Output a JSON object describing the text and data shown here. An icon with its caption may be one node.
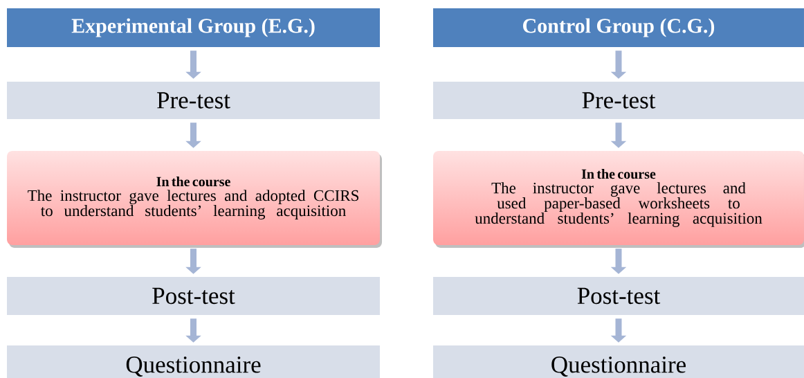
{
  "diagram": {
    "nodes": [
      {
        "text": [
          "Experimental Group (E.G.)"
        ]
      },
      {
        "text": [
          "Pre-test"
        ]
      },
      {
        "text": [
          "In the course",
          "The instructor gave lectures and adopted CCIRS to understand students’ learning acquisition"
        ]
      },
      {
        "text": [
          "Post-test"
        ]
      },
      {
        "text": [
          "Questionnaire"
        ]
      },
      {
        "text": [
          "Control Group (C.G.)"
        ]
      },
      {
        "text": [
          "Pre-test"
        ]
      },
      {
        "text": [
          "In the course",
          "The instructor gave lectures and used paper-based worksheets to understand students’ learning acquisition"
        ]
      },
      {
        "text": [
          "Post-test"
        ]
      },
      {
        "text": [
          "Questionnaire"
        ]
      }
    ],
    "edges": [
      {
        "from": 0,
        "to": 1,
        "arrow": "to"
      },
      {
        "from": 1,
        "to": 2,
        "arrow": "to"
      },
      {
        "from": 2,
        "to": 3,
        "arrow": "to"
      },
      {
        "from": 3,
        "to": 4,
        "arrow": "to"
      },
      {
        "from": 5,
        "to": 6,
        "arrow": "to"
      },
      {
        "from": 6,
        "to": 7,
        "arrow": "to"
      },
      {
        "from": 7,
        "to": 8,
        "arrow": "to"
      },
      {
        "from": 8,
        "to": 9,
        "arrow": "to"
      }
    ]
  }
}
